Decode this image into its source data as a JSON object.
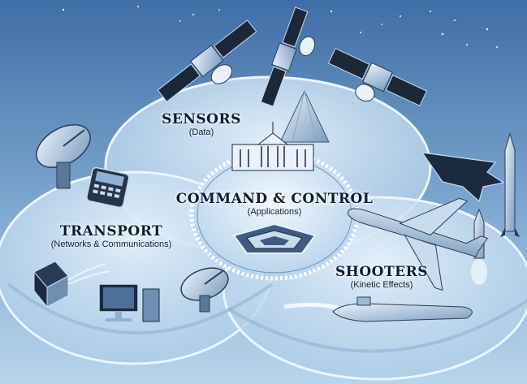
{
  "diagram": {
    "nodes": [
      {
        "id": "sensors",
        "title": "SENSORS",
        "subtitle": "(Data)"
      },
      {
        "id": "transport",
        "title": "TRANSPORT",
        "subtitle": "(Networks & Communications)"
      },
      {
        "id": "command",
        "title": "COMMAND & CONTROL",
        "subtitle": "(Applications)"
      },
      {
        "id": "shooters",
        "title": "SHOOTERS",
        "subtitle": "(Kinetic Effects)"
      }
    ],
    "icons": {
      "sensors": [
        "satellite-icon",
        "satellite-icon",
        "satellite-icon",
        "radar-dome-icon"
      ],
      "transport": [
        "satellite-dish-icon",
        "phone-icon",
        "cable-connector-icon",
        "computer-icon",
        "satellite-dish-icon"
      ],
      "command": [
        "white-house-icon",
        "pentagon-icon"
      ],
      "shooters": [
        "stealth-bomber-icon",
        "jet-plane-icon",
        "missile-icon",
        "missile-icon",
        "submarine-icon"
      ]
    },
    "colors": {
      "sky_top": "#4f7bb0",
      "sky_bottom": "#9fc3e0",
      "disk_fill": "#cfe4f4",
      "disk_edge": "#eaf5fd",
      "center_ring": "#ffffff",
      "text": "#0b1c33"
    }
  }
}
